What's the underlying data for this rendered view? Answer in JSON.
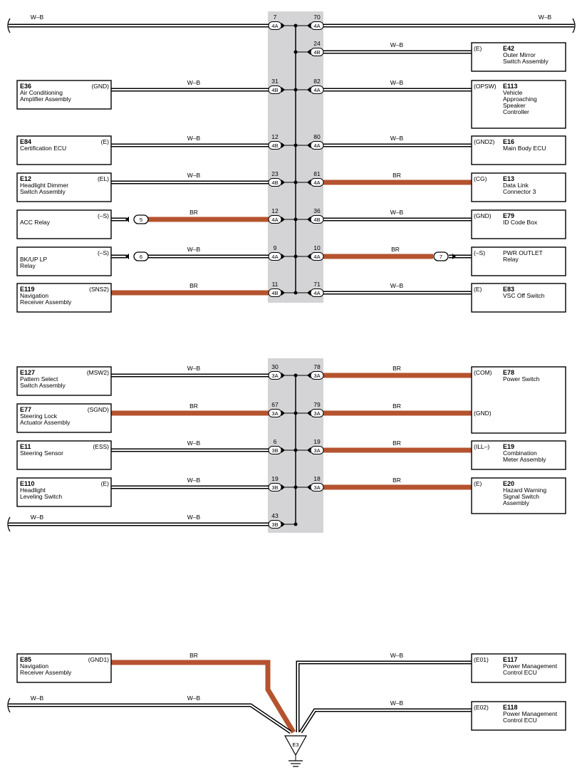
{
  "colors": {
    "wb": "#000000",
    "br": "#b5532f",
    "junction_bg": "#d4d4d6"
  },
  "section1": {
    "left_offpage_label": "W–B",
    "right_offpage_label": "W–B",
    "wires": [
      {
        "left": {
          "code": "",
          "name": [],
          "term": ""
        },
        "lcolor": "W–B",
        "lpin": "7",
        "lconn": "4A",
        "rpin": "70",
        "rconn": "4A",
        "rcolor": "W–B",
        "right": {
          "code": "",
          "name": [],
          "term": ""
        }
      },
      {
        "left": null,
        "lcolor": null,
        "lpin": null,
        "lconn": null,
        "rpin": "24",
        "rconn": "4B",
        "rcolor": "W–B",
        "right": {
          "code": "E42",
          "name": [
            "Outer Mirror",
            "Switch Assembly"
          ],
          "term": "(E)"
        }
      },
      {
        "left": {
          "code": "E36",
          "name": [
            "Air Conditioning",
            "Amplifier Assembly"
          ],
          "term": "(GND)"
        },
        "lcolor": "W–B",
        "lpin": "31",
        "lconn": "4B",
        "rpin": "82",
        "rconn": "4A",
        "rcolor": "W–B",
        "right": {
          "code": "E113",
          "name": [
            "Vehicle",
            "Approaching",
            "Speaker",
            "Controller"
          ],
          "term": "(OPSW)"
        }
      },
      {
        "left": {
          "code": "E84",
          "name": [
            "Certification ECU"
          ],
          "term": "(E)"
        },
        "lcolor": "W–B",
        "lpin": "12",
        "lconn": "4B",
        "rpin": "80",
        "rconn": "4A",
        "rcolor": "W–B",
        "right": {
          "code": "E16",
          "name": [
            "Main Body ECU"
          ],
          "term": "(GND2)"
        }
      },
      {
        "left": {
          "code": "E12",
          "name": [
            "Headlight Dimmer",
            "Switch Assembly"
          ],
          "term": "(EL)"
        },
        "lcolor": "W–B",
        "lpin": "23",
        "lconn": "4B",
        "rpin": "81",
        "rconn": "4A",
        "rcolor": "BR",
        "right": {
          "code": "E13",
          "name": [
            "Data Link",
            "Connector 3"
          ],
          "term": "(CG)"
        }
      },
      {
        "left": {
          "code": "",
          "name": [
            "ACC Relay"
          ],
          "term": "(–S)"
        },
        "lsplice": "5",
        "lcolor": "BR",
        "lpin": "12",
        "lconn": "4A",
        "rpin": "36",
        "rconn": "4B",
        "rcolor": "W–B",
        "right": {
          "code": "E79",
          "name": [
            "ID Code Box"
          ],
          "term": "(GND)"
        }
      },
      {
        "left": {
          "code": "",
          "name": [
            "BK/UP LP",
            "Relay"
          ],
          "term": "(–S)"
        },
        "lsplice": "6",
        "lcolor": "W–B",
        "lpin": "9",
        "lconn": "4A",
        "rpin": "10",
        "rconn": "4A",
        "rcolor": "BR",
        "rsplice": "7",
        "right": {
          "code": "",
          "name": [
            "PWR OUTLET",
            "Relay"
          ],
          "term": "(–S)"
        }
      },
      {
        "left": {
          "code": "E119",
          "name": [
            "Navigation",
            "Receiver Assembly"
          ],
          "term": "(SNS2)"
        },
        "lcolor": "BR",
        "lpin": "11",
        "lconn": "4B",
        "rpin": "71",
        "rconn": "4A",
        "rcolor": "W–B",
        "right": {
          "code": "E83",
          "name": [
            "VSC Off Switch"
          ],
          "term": "(E)"
        }
      }
    ]
  },
  "section2": {
    "wires": [
      {
        "left": {
          "code": "E127",
          "name": [
            "Pattern Select",
            "Switch Assembly"
          ],
          "term": "(MSW2)"
        },
        "lcolor": "W–B",
        "lpin": "30",
        "lconn": "3A",
        "rpin": "78",
        "rconn": "3A",
        "rcolor": "BR",
        "right": {
          "code": "E78",
          "name": [
            "Power Switch"
          ],
          "term": "(COM)"
        }
      },
      {
        "left": {
          "code": "E77",
          "name": [
            "Steering Lock",
            "Actuator Assembly"
          ],
          "term": "(SGND)"
        },
        "lcolor": "BR",
        "lpin": "67",
        "lconn": "3A",
        "rpin": "79",
        "rconn": "3A",
        "rcolor": "BR",
        "right": {
          "code": "",
          "name": [],
          "term": "(GND)"
        }
      },
      {
        "left": {
          "code": "E11",
          "name": [
            "Steering Sensor"
          ],
          "term": "(ESS)"
        },
        "lcolor": "W–B",
        "lpin": "6",
        "lconn": "3B",
        "rpin": "19",
        "rconn": "3A",
        "rcolor": "BR",
        "right": {
          "code": "E19",
          "name": [
            "Combination",
            "Meter Assembly"
          ],
          "term": "(ILL–)"
        }
      },
      {
        "left": {
          "code": "E110",
          "name": [
            "Headlight",
            "Leveling Switch"
          ],
          "term": "(E)"
        },
        "lcolor": "W–B",
        "lpin": "19",
        "lconn": "3B",
        "rpin": "18",
        "rconn": "3A",
        "rcolor": "BR",
        "right": {
          "code": "E20",
          "name": [
            "Hazard Warning",
            "Signal Switch",
            "Assembly"
          ],
          "term": "(E)"
        }
      },
      {
        "left": {
          "code": "",
          "name": [],
          "term": ""
        },
        "offpage_label": "W–B",
        "lcolor": "W–B",
        "lpin": "43",
        "lconn": "3B"
      }
    ]
  },
  "section3": {
    "left": [
      {
        "code": "E85",
        "name": [
          "Navigation",
          "Receiver Assembly"
        ],
        "term": "(GND1)",
        "color": "BR"
      }
    ],
    "offpage": {
      "label_left": "W–B",
      "label_mid": "W–B"
    },
    "right": [
      {
        "code": "E117",
        "name": [
          "Power Management",
          "Control ECU"
        ],
        "term": "(E01)",
        "color": "W–B"
      },
      {
        "code": "E118",
        "name": [
          "Power Management",
          "Control ECU"
        ],
        "term": "(E02)",
        "color": "W–B"
      }
    ],
    "ground": "E3"
  }
}
